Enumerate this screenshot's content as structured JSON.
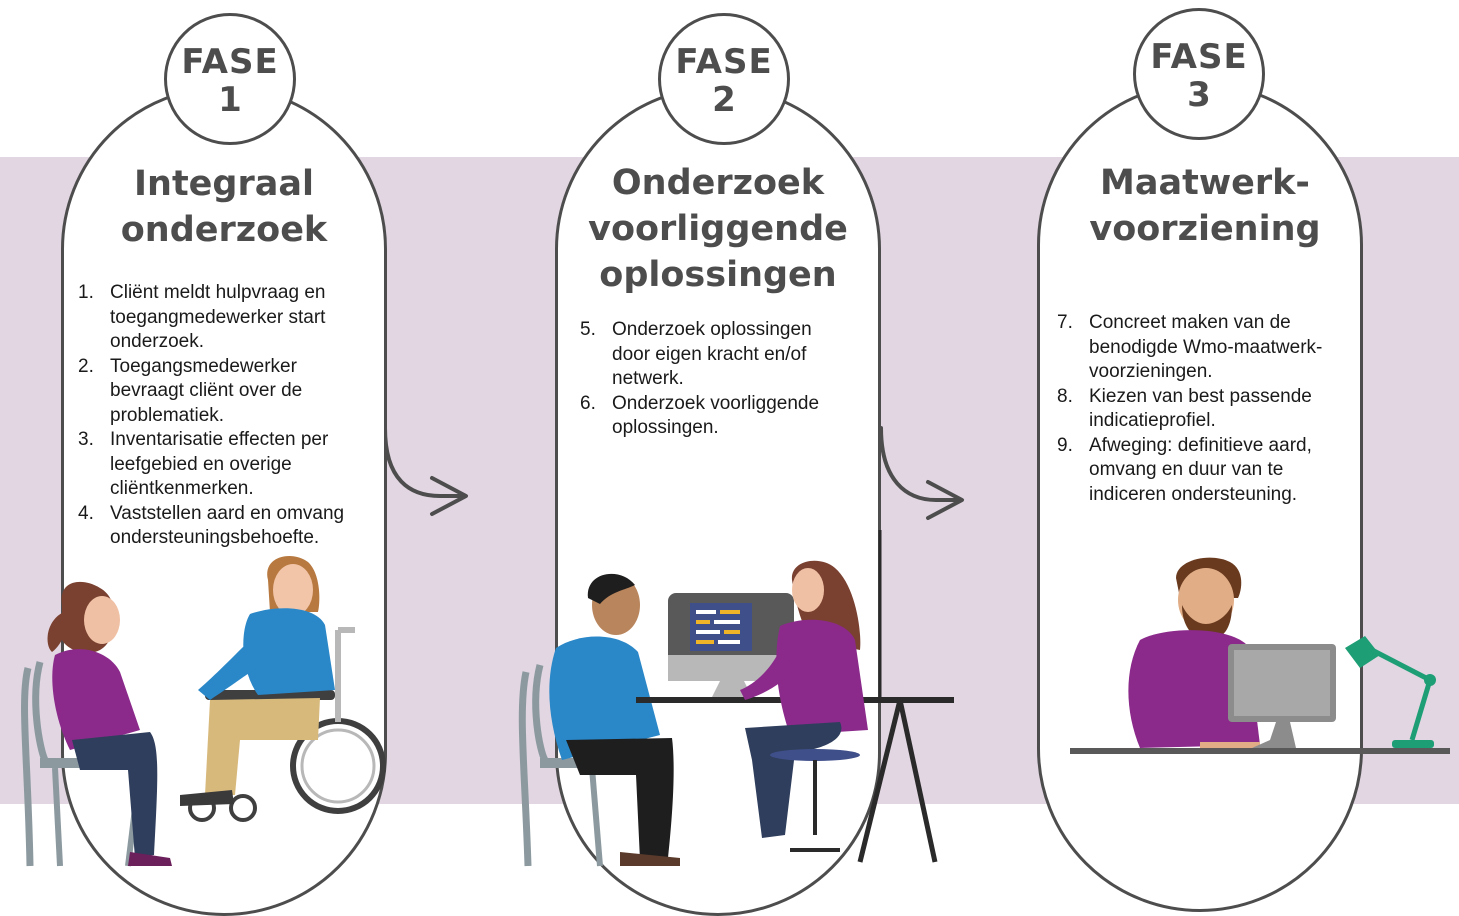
{
  "colors": {
    "background_band": "#e1d6e1",
    "outline": "#4d4d4d",
    "text": "#1a1a1a",
    "purple_shirt": "#8b2a8b",
    "blue_shirt": "#2a87c8"
  },
  "phases": [
    {
      "badge_label": "FASE",
      "badge_number": "1",
      "title_lines": [
        "Integraal",
        "onderzoek"
      ],
      "steps": [
        {
          "number": "1.",
          "lines": [
            "Cliënt meldt hulpvraag en",
            "toegangmedewerker start",
            "onderzoek."
          ]
        },
        {
          "number": "2.",
          "lines": [
            "Toegangsmedewerker",
            "bevraagt cliënt over de",
            "problematiek."
          ]
        },
        {
          "number": "3.",
          "lines": [
            "Inventarisatie effecten per",
            "leefgebied en overige",
            "cliëntkenmerken."
          ]
        },
        {
          "number": "4.",
          "lines": [
            "Vaststellen aard en omvang",
            "ondersteuningsbehoefte."
          ]
        }
      ]
    },
    {
      "badge_label": "FASE",
      "badge_number": "2",
      "title_lines": [
        "Onderzoek",
        "voorliggende",
        "oplossingen"
      ],
      "steps": [
        {
          "number": "5.",
          "lines": [
            "Onderzoek oplossingen",
            "door eigen kracht en/of",
            "netwerk."
          ]
        },
        {
          "number": "6.",
          "lines": [
            "Onderzoek voorliggende",
            "oplossingen."
          ]
        }
      ]
    },
    {
      "badge_label": "FASE",
      "badge_number": "3",
      "title_lines": [
        "Maatwerk-",
        "voorziening"
      ],
      "steps": [
        {
          "number": "7.",
          "lines": [
            "Concreet maken van de",
            "benodigde Wmo-maatwerk-",
            "voorzieningen."
          ]
        },
        {
          "number": "8.",
          "lines": [
            "Kiezen van best passende",
            "indicatieprofiel."
          ]
        },
        {
          "number": "9.",
          "lines": [
            "Afweging: definitieve aard,",
            "omvang en duur van te",
            "indiceren ondersteuning."
          ]
        }
      ]
    }
  ],
  "illustrations": [
    "woman-sitting-on-chair",
    "woman-in-wheelchair",
    "man-on-chair",
    "woman-at-computer-desk",
    "bearded-man-at-computer",
    "desk-lamp"
  ]
}
